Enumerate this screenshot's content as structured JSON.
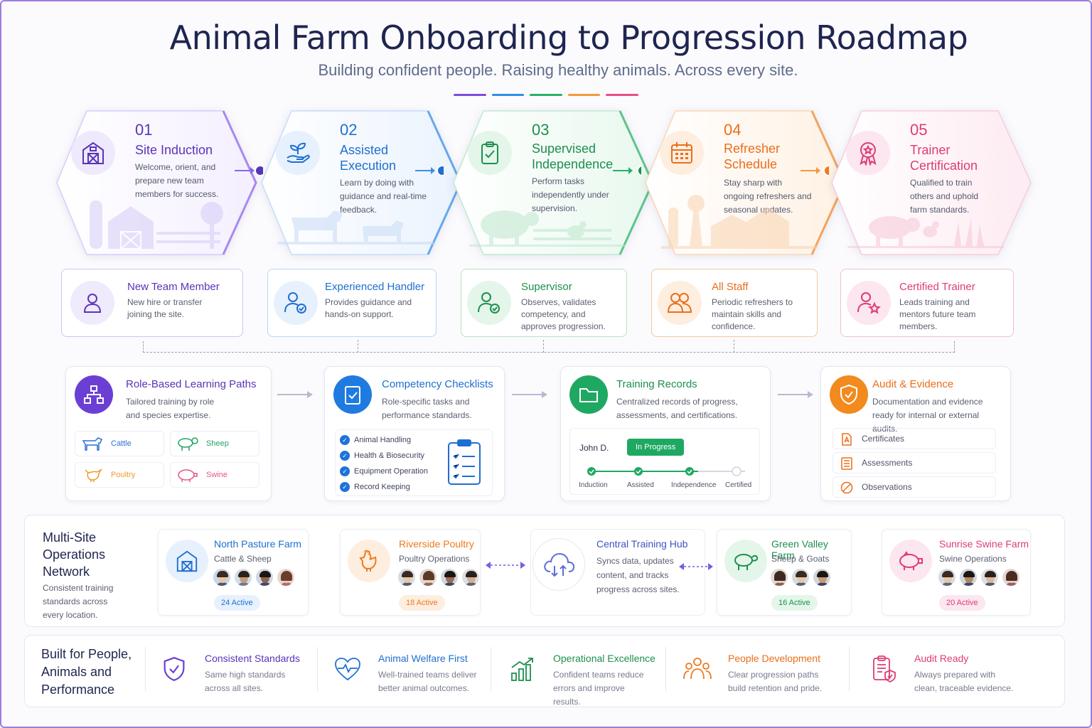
{
  "header": {
    "title": "Animal Farm Onboarding to Progression Roadmap",
    "subtitle": "Building confident people. Raising healthy animals. Across every site.",
    "accent_colors": [
      "#7c4ddc",
      "#2f8fe6",
      "#26b26a",
      "#f39a3d",
      "#ea4f86"
    ]
  },
  "steps": [
    {
      "number": "01",
      "title": "Site Induction",
      "description": "Welcome, orient, and prepare new team members for success.",
      "color": "#6b3fd4",
      "icon": "barn-icon"
    },
    {
      "number": "02",
      "title": "Assisted Execution",
      "description": "Learn by doing with guidance and real-time feedback.",
      "color": "#1f7be0",
      "icon": "sprout-hand-icon"
    },
    {
      "number": "03",
      "title": "Supervised Independence",
      "description": "Perform tasks independently under supervision.",
      "color": "#1c9a53",
      "icon": "clipboard-check-icon"
    },
    {
      "number": "04",
      "title": "Refresher Schedule",
      "description": "Stay sharp with ongoing refreshers and seasonal updates.",
      "color": "#ef7a1f",
      "icon": "calendar-icon"
    },
    {
      "number": "05",
      "title": "Trainer Certification",
      "description": "Qualified to train others and uphold farm standards.",
      "color": "#e23e78",
      "icon": "award-ribbon-icon"
    }
  ],
  "roles": [
    {
      "title": "New Team Member",
      "description": "New hire or transfer joining the site.",
      "color": "#5a34b8",
      "icon": "user-icon"
    },
    {
      "title": "Experienced Handler",
      "description": "Provides guidance and hands-on support.",
      "color": "#1f6fd0",
      "icon": "user-check-icon"
    },
    {
      "title": "Supervisor",
      "description": "Observes, validates competency, and approves progression.",
      "color": "#1d8f4e",
      "icon": "user-check-icon"
    },
    {
      "title": "All Staff",
      "description": "Periodic refreshers to maintain skills and confidence.",
      "color": "#ea6f1a",
      "icon": "users-icon"
    },
    {
      "title": "Certified Trainer",
      "description": "Leads training and mentors future team members.",
      "color": "#dd3c74",
      "icon": "user-star-icon"
    }
  ],
  "learning_paths": {
    "title": "Role-Based Learning Paths",
    "description": "Tailored training by role and species expertise.",
    "species": [
      {
        "label": "Cattle",
        "color": "#2b6fd6",
        "icon": "cow-icon"
      },
      {
        "label": "Sheep",
        "color": "#24a262",
        "icon": "sheep-icon"
      },
      {
        "label": "Poultry",
        "color": "#f19a2a",
        "icon": "chicken-icon"
      },
      {
        "label": "Swine",
        "color": "#e5538b",
        "icon": "pig-icon"
      }
    ]
  },
  "checklists": {
    "title": "Competency Checklists",
    "description": "Role-specific tasks and performance standards.",
    "items": [
      "Animal Handling",
      "Health & Biosecurity",
      "Equipment Operation",
      "Record Keeping"
    ]
  },
  "records": {
    "title": "Training Records",
    "description": "Centralized records of progress, assessments, and certifications.",
    "person": "John D.",
    "status": "In Progress",
    "stages": [
      "Induction",
      "Assisted",
      "Independence",
      "Certified"
    ],
    "stages_completed": 3
  },
  "audit": {
    "title": "Audit & Evidence",
    "description": "Documentation and evidence ready for internal or external audits.",
    "items": [
      {
        "label": "Certificates",
        "icon": "certificate-icon"
      },
      {
        "label": "Assessments",
        "icon": "list-icon"
      },
      {
        "label": "Observations",
        "icon": "observation-icon"
      }
    ]
  },
  "multisite": {
    "title": "Multi-Site Operations Network",
    "description": "Consistent training standards across every location.",
    "farms": [
      {
        "name": "North Pasture Farm",
        "type": "Cattle & Sheep",
        "active": "24 Active",
        "color": "#1f6fd0"
      },
      {
        "name": "Riverside Poultry",
        "type": "Poultry Operations",
        "active": "18 Active",
        "color": "#ef7a1f"
      },
      {
        "name": "Green Valley Farm",
        "type": "Sheep & Goats",
        "active": "16 Active",
        "color": "#1d8f4e"
      },
      {
        "name": "Sunrise Swine Farm",
        "type": "Swine Operations",
        "active": "20 Active",
        "color": "#e23e78"
      }
    ],
    "hub": {
      "title": "Central Training Hub",
      "description": "Syncs data, updates content, and tracks progress across sites."
    }
  },
  "values": {
    "title": "Built for People, Animals and Performance",
    "items": [
      {
        "title": "Consistent Standards",
        "description": "Same high standards across all sites.",
        "color": "#6b3fd4",
        "icon": "shield-check-icon"
      },
      {
        "title": "Animal Welfare First",
        "description": "Well-trained teams deliver better animal outcomes.",
        "color": "#1f6fd0",
        "icon": "heart-pulse-icon"
      },
      {
        "title": "Operational Excellence",
        "description": "Confident teams reduce errors and improve results.",
        "color": "#1d8f4e",
        "icon": "chart-up-icon"
      },
      {
        "title": "People Development",
        "description": "Clear progression paths build retention and pride.",
        "color": "#ef7a1f",
        "icon": "people-icon"
      },
      {
        "title": "Audit Ready",
        "description": "Always prepared with clean, traceable evidence.",
        "color": "#e23e78",
        "icon": "clipboard-shield-icon"
      }
    ]
  }
}
